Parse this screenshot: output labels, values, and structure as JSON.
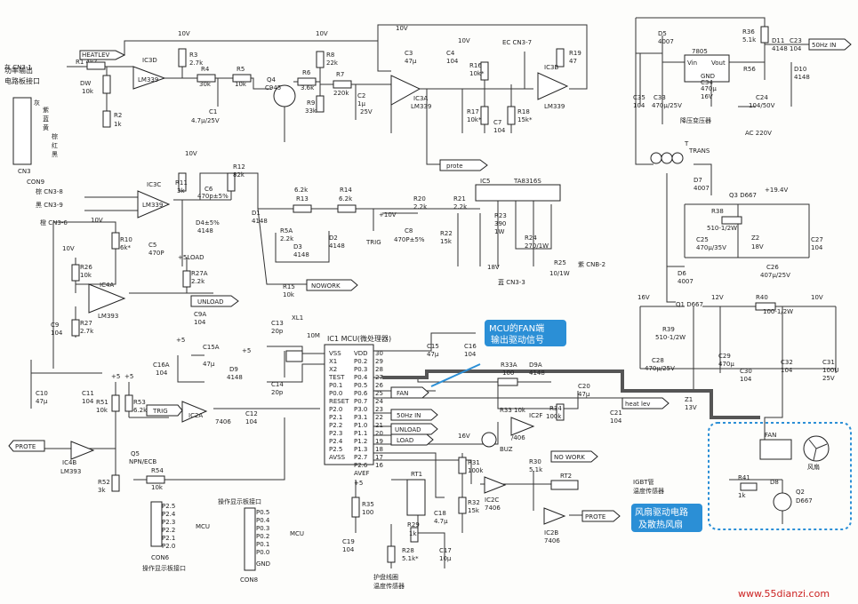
{
  "labels": {
    "heatlev_top": "HEATLEV",
    "cn3_title1": "功率输出",
    "cn3_title2": "电路板接口",
    "cn3_pin_gray": "灰",
    "cn3_pin_purple": "紫",
    "cn3_pin_blue": "蓝",
    "cn3_pin_brown": "棕",
    "cn3_pin_yellow": "黄",
    "cn3_pin_red": "红",
    "cn3_pin_black": "黑",
    "cn3": "CN3",
    "cn3_1": "灰 CN3-1",
    "con9": "CON9",
    "cn3_8": "棕 CN3-8",
    "cn3_9": "黑 CN3-9",
    "cn3_6": "橙 CN3-6",
    "r1": "R1 4k7",
    "dw": "DW",
    "dw_val": "10k",
    "r2": "R2",
    "r2_val": "1k",
    "ic3d": "IC3D",
    "lm339": "LM339",
    "v10": "10V",
    "r3": "R3",
    "r3_val": "2.7k",
    "r4": "R4",
    "r4_val": "30k",
    "r5": "R5",
    "r5_val": "10k",
    "c1": "C1",
    "c1_val": "4.7μ/25V",
    "q4": "Q4",
    "q4_val": "C945",
    "r6": "R6",
    "r6_val": "3.6k",
    "r7": "R7",
    "r7_val": "220k",
    "r8": "R8",
    "r8_val": "22k",
    "r9": "R9",
    "r9_val": "33k",
    "c2": "C2",
    "c2_val": "1μ",
    "c2_v": "25V",
    "c3": "C3",
    "c3_val": "47μ",
    "c4": "C4",
    "c4_val": "104",
    "ic3a": "IC3A",
    "r16": "R16",
    "r16_val": "10k*",
    "r17": "R17",
    "r17_val": "10k*",
    "r18": "R18",
    "r18_val": "15k*",
    "c7": "C7",
    "c7_val": "104",
    "ec_cn3_7": "EC CN3-7",
    "r19": "R19",
    "r19_val": "47",
    "ic3b": "IC3B",
    "prote": "prote",
    "ic3c": "IC3C",
    "r11": "R11",
    "r11_val": "3k",
    "c6": "C6",
    "c6_val": "470p±5%",
    "r12": "R12",
    "r12_val": "82k",
    "d4": "D4±5%",
    "d4_val": "4148",
    "d1": "D1",
    "d1_val": "4148",
    "r13": "R13",
    "r13_val": "6.2k",
    "r14": "R14",
    "r14_val": "6.2k",
    "r20": "R20",
    "r20_val": "2.2k",
    "r21": "R21",
    "r21_val": "2.2k",
    "ic5": "IC5",
    "ta8316s": "TA8316S",
    "r23": "R23",
    "r23_val": "390",
    "r23_w": "1W",
    "r24": "R24",
    "r24_val": "270/1W",
    "r25": "R25",
    "r25_val": "10/1W",
    "cnb2": "紫 CNB-2",
    "cn3_3": "蓝 CN3-3",
    "v18": "18V",
    "r22": "R22",
    "r22_val": "15k",
    "c8": "C8",
    "c8_val": "470P±5%",
    "trig": "TRIG",
    "v10p": "+10V",
    "r5a": "R5A",
    "r5a_val": "2.2k",
    "d3": "D3",
    "d3_val": "4148",
    "d2": "D2",
    "d2_val": "4148",
    "r15": "R15",
    "r15_val": "10k",
    "nowork": "NOWORK",
    "load_p5": "+5LOAD",
    "r27a": "R27A",
    "r27a_val": "2.2k",
    "unload": "UNLOAD",
    "c9a": "C9A",
    "c9a_val": "104",
    "r10": "R10",
    "r10_val": "6k*",
    "c5": "C5",
    "c5_val": "470P",
    "r26": "R26",
    "r26_val": "10k",
    "ic4a": "IC4A",
    "lm393": "LM393",
    "r27": "R27",
    "r27_val": "2.7k",
    "c9": "C9",
    "c9_val": "104",
    "c10": "C10",
    "c10_val": "47μ",
    "c11": "C11",
    "c11_val": "104",
    "c15a": "C15A",
    "c15a_val": "47μ",
    "c16a": "C16A",
    "c16a_val": "104",
    "d9": "D9",
    "d9_val": "4148",
    "c12": "C12",
    "c12_val": "104",
    "ic2a": "IC2A",
    "n7406": "7406",
    "r51": "R51",
    "r51_val": "10k",
    "r53": "R53",
    "r53_val": "6.2k",
    "q5": "Q5",
    "q5_val": "NPN/ECB",
    "r54": "R54",
    "r54_val": "10k",
    "r52": "R52",
    "r52_val": "3k",
    "ic4b": "IC4B",
    "prote_left": "PROTE",
    "trig_tag": "TRIG",
    "plus5": "+5",
    "c13": "C13",
    "c13_val": "20p",
    "c14": "C14",
    "c14_val": "20p",
    "xl1": "XL1",
    "mhz": "10M",
    "ic1": "IC1 MCU(微处理器)",
    "pin_vss": "VSS",
    "pin_x1": "X1",
    "pin_x2": "X2",
    "pin_test": "TEST",
    "pin_p01": "P0.1",
    "pin_p00": "P0.0",
    "pin_reset": "RESET",
    "pin_p20": "P2.0",
    "pin_p21": "P2.1",
    "pin_p22": "P2.2",
    "pin_p23": "P2.3",
    "pin_p24": "P2.4",
    "pin_p25": "P2.5",
    "pin_avss": "AVSS",
    "pin_vdd": "VDD",
    "pin_p02": "P0.2",
    "pin_p03": "P0.3",
    "pin_p04": "P0.4",
    "pin_p05": "P0.5",
    "pin_p06": "P0.6",
    "pin_p07": "P0.7",
    "pin_p30": "P3.0",
    "pin_p31": "P3.1",
    "pin_p10": "P1.0",
    "pin_p11": "P1.1",
    "pin_p12": "P1.2",
    "pin_p13": "P1.3",
    "pin_p27": "P2.7",
    "pin_p26": "P2.6",
    "pin_avef": "AVEF",
    "fan_tag": "FAN",
    "hz50_tag": "50Hz IN",
    "unload_tag": "UNLOAD",
    "load_tag": "LOAD",
    "c15": "C15",
    "c15_val": "47μ",
    "c16": "C16",
    "c16_val": "104",
    "r33a": "R33A",
    "r33a_val": "100",
    "d9a": "D9A",
    "d9a_val": "4148",
    "r33": "R33 10k",
    "c20": "C20",
    "c20_val": "47μ",
    "r34": "R34",
    "r34_val": "100k",
    "c21": "C21",
    "c21_val": "104",
    "heat_lev": "heat lev",
    "ic2f": "IC2F",
    "n406": "/406",
    "no_work": "NO WORK",
    "buz": "BUZ",
    "v16": "16V",
    "r31": "R31",
    "r31_val": "100k",
    "r32": "R32",
    "r32_val": "15k",
    "ic2c": "IC2C",
    "r30": "R30",
    "r30_val": "5.1k",
    "rt2": "RT2",
    "igbt1": "IGBT管",
    "igbt2": "温度传感器",
    "ic2b": "IC2B",
    "prote_right": "PROTE",
    "c18": "C18",
    "c18_val": "4.7μ",
    "r35": "R35",
    "r35_val": "100",
    "c19": "C19",
    "c19_val": "104",
    "rt1": "RT1",
    "r29": "R29",
    "r29_val": "1k",
    "r28": "R28",
    "r28_val": "5.1k*",
    "c17": "C17",
    "c17_val": "10μ",
    "sensor1": "护盘线圈",
    "sensor2": "温度传感器",
    "con6": "CON6",
    "con6_title": "操作显示板接口",
    "con8": "CON8",
    "con8_title": "操作显示板接口",
    "mcu": "MCU",
    "gnd": "GND",
    "d5": "D5",
    "d5_val": "4007",
    "u7805": "7805",
    "vin": "Vin",
    "vout": "Vout",
    "gnd2": "GND",
    "c35": "C35",
    "c35_val": "104",
    "c33": "C33",
    "c33_val": "470μ/25V",
    "c34": "C34",
    "c34_val": "470μ",
    "c34_v": "16V",
    "r36": "R36",
    "r36_val": "5.1k",
    "r56": "R56",
    "d11": "D11",
    "d11_val": "4148",
    "d10": "D10",
    "d10_val": "4148",
    "c23": "C23",
    "c23_val": "104",
    "c24": "C24",
    "c24_val": "104/50V",
    "hz50_right": "50Hz IN",
    "trans_title": "降压变压器",
    "ac220": "AC 220V",
    "trans": "TRANS",
    "t": "T",
    "d7": "D7",
    "d7_val": "4007",
    "q3": "Q3 D667",
    "v194": "+19.4V",
    "r38": "R38",
    "r38_val": "510-1/2W",
    "c25": "C25",
    "c25_val": "470μ/35V",
    "z2": "Z2",
    "z2_val": "18V",
    "c27": "C27",
    "c27_val": "104",
    "c26": "C26",
    "c26_val": "407μ/25V",
    "d6": "D6",
    "d6_val": "4007",
    "v16b": "16V",
    "v12": "12V",
    "v10b": "10V",
    "q1": "Q1 D667",
    "r40": "R40",
    "r40_val": "100-1/2W",
    "r39": "R39",
    "r39_val": "510-1/2W",
    "c28": "C28",
    "c28_val": "470μ/25V",
    "c29": "C29",
    "c29_val": "470μ",
    "c30": "C30",
    "c30_val": "104",
    "c32": "C32",
    "c32_val": "104",
    "c31": "C31",
    "c31_val": "100U",
    "c31_v": "25V",
    "z1": "Z1",
    "z1_val": "13V",
    "fan": "FAN",
    "fan_cn": "风扇",
    "r41": "R41",
    "r41_val": "1k",
    "d8": "D8",
    "q2": "Q2",
    "q2_val": "D667",
    "callout1_l1": "MCU的FAN端",
    "callout1_l2": "输出驱动信号",
    "callout2_l1": "风扇驱动电路",
    "callout2_l2": "及散热风扇",
    "watermark": "www.55dianzi.com",
    "pin_28": "28",
    "pin_29": "29",
    "pin_30": "30",
    "pin_27": "27",
    "pin_26": "26",
    "pin_25": "25",
    "pin_24": "24",
    "pin_23": "23",
    "pin_22": "22",
    "pin_21": "21",
    "pin_20": "20",
    "pin_19": "19",
    "pin_18": "18",
    "pin_17": "17",
    "pin_16": "16"
  },
  "colors": {
    "callout": "#2b8fd6",
    "callout_border": "#2b8fd6",
    "wire": "#333333",
    "highlight_wire": "#555555",
    "watermark": "#cc2222"
  }
}
